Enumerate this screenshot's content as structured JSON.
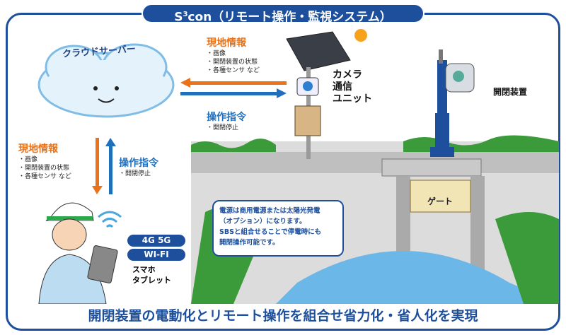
{
  "title": {
    "prefix": "S",
    "sup": "3",
    "rest": "con（リモート操作・監視システム）"
  },
  "cloud": {
    "label": "クラウドサーバー"
  },
  "top_info": {
    "heading": "現地情報",
    "items": [
      "・画像",
      "・開閉装置の状態",
      "・各種センサ など"
    ]
  },
  "top_command": {
    "heading": "操作指令",
    "items": [
      "・開閉停止"
    ]
  },
  "left_info": {
    "heading": "現地情報",
    "items": [
      "・画像",
      "・開閉装置の状態",
      "・各種センサ など"
    ]
  },
  "left_command": {
    "heading": "操作指令",
    "items": [
      "・開閉停止"
    ]
  },
  "camera_unit": {
    "lines": [
      "カメラ",
      "通信",
      "ユニット"
    ]
  },
  "gate_device": {
    "label": "開閉装置"
  },
  "gate": {
    "label": "ゲート"
  },
  "network": {
    "badges": [
      "4G 5G",
      "WI-FI"
    ],
    "devices": [
      "スマホ",
      "タブレット"
    ]
  },
  "note": {
    "lines": [
      "電源は商用電源または太陽光発電",
      "（オプション）になります。",
      "SBSと組合せることで停電時にも",
      "開閉操作可能です。"
    ]
  },
  "bottom": {
    "text": "開閉装置の電動化とリモート操作を組合せ省力化・省人化を実現"
  },
  "colors": {
    "brand": "#1d4f9c",
    "orange": "#e8731a",
    "blue_arrow": "#1f6fbf"
  }
}
